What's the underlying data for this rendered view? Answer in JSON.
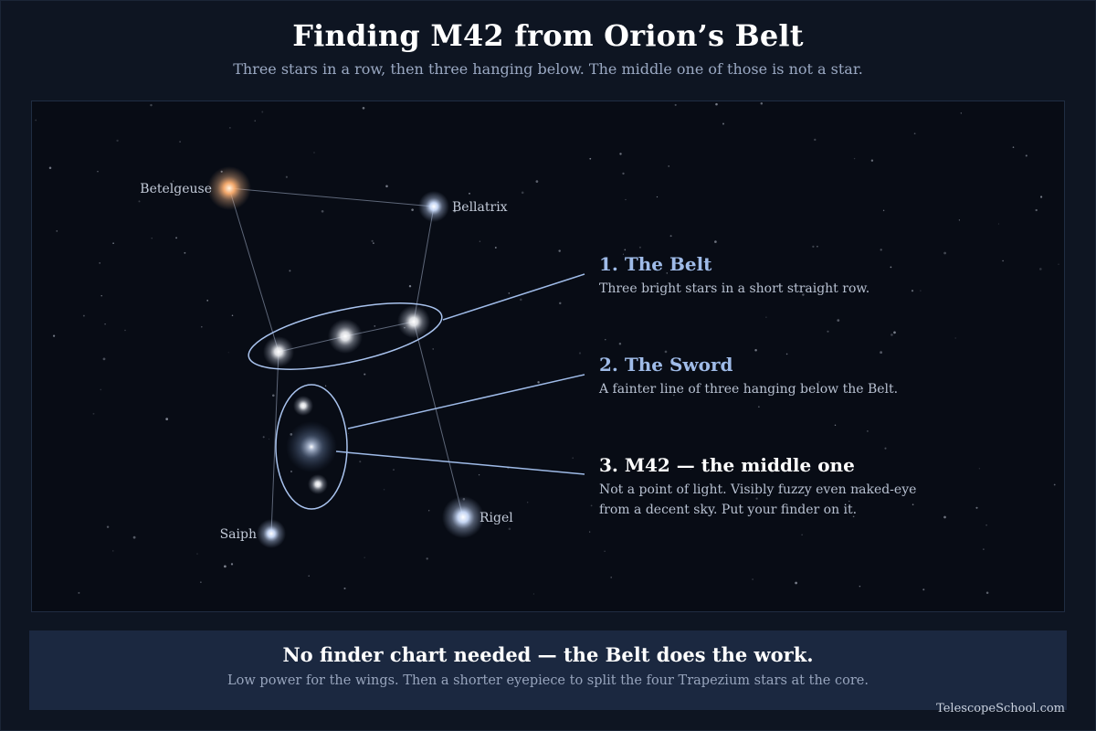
{
  "title": "Finding M42 from Orion’s Belt",
  "subtitle": "Three stars in a row, then three hanging below. The middle one of those is not a star.",
  "stars": {
    "betelgeuse": "Betelgeuse",
    "bellatrix": "Bellatrix",
    "saiph": "Saiph",
    "rigel": "Rigel"
  },
  "callouts": [
    {
      "title": "1. The Belt",
      "lines": [
        "Three bright stars in a short straight row."
      ]
    },
    {
      "title": "2. The Sword",
      "lines": [
        "A fainter line of three hanging below the Belt."
      ]
    },
    {
      "title": "3. M42 — the middle one",
      "lines": [
        "Not a point of light. Visibly fuzzy even naked-eye",
        "from a decent sky. Put your finder on it."
      ]
    }
  ],
  "colors": {
    "callout_accent": "#9fbbe8",
    "m42_title": "#ffffff",
    "betelgeuse": "#ffb070",
    "blue_star": "#cfe0ff"
  },
  "banner": {
    "title": "No finder chart needed — the Belt does the work.",
    "subtitle": "Low power for the wings. Then a shorter eyepiece to split the four Trapezium stars at the core."
  },
  "credit": "TelescopeSchool.com"
}
